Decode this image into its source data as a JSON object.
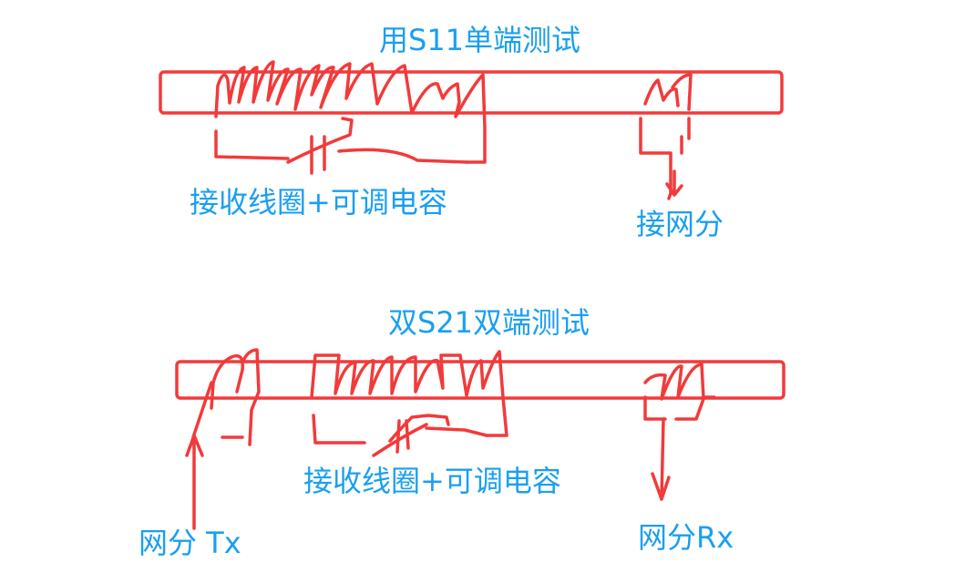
{
  "colors": {
    "ink": "#f23a3a",
    "text": "#1a9ff0",
    "background": "#ffffff"
  },
  "diagram_top": {
    "title": "用S11单端测试",
    "coil_label": "接收线圈+可调电容",
    "port_label": "接网分"
  },
  "diagram_bottom": {
    "title": "双S21双端测试",
    "coil_label": "接收线圈+可调电容",
    "tx_label": "网分 Tx",
    "rx_label": "网分Rx"
  }
}
